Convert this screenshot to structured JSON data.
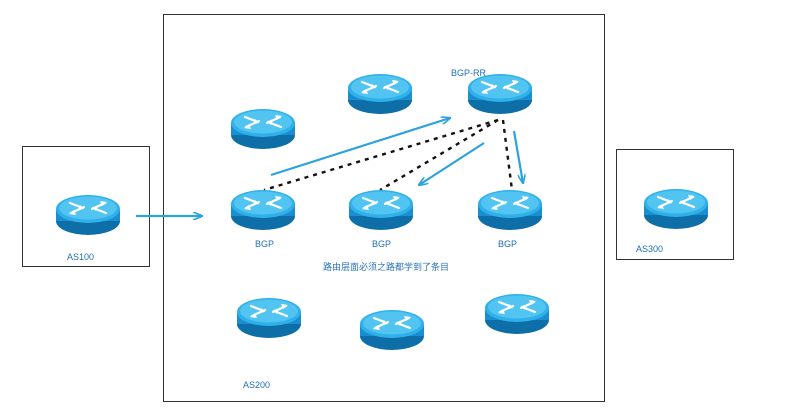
{
  "colors": {
    "router_body": "#1a8fd0",
    "router_top": "#4fc3f0",
    "router_dark": "#0e6fa8",
    "arrow": "#2aa3df",
    "ibgp_dashed": "#111111",
    "box_border": "#333333",
    "label_text": "#1f6fb0"
  },
  "icons": [
    "router-icon"
  ],
  "as100": {
    "label": "AS100"
  },
  "as200": {
    "label": "AS200"
  },
  "as300": {
    "label": "AS300"
  },
  "rr": {
    "label": "BGP-RR"
  },
  "bgp_left": {
    "label": "BGP"
  },
  "bgp_mid": {
    "label": "BGP"
  },
  "bgp_right": {
    "label": "BGP"
  },
  "note": "路由层面必须之路都学到了条目"
}
